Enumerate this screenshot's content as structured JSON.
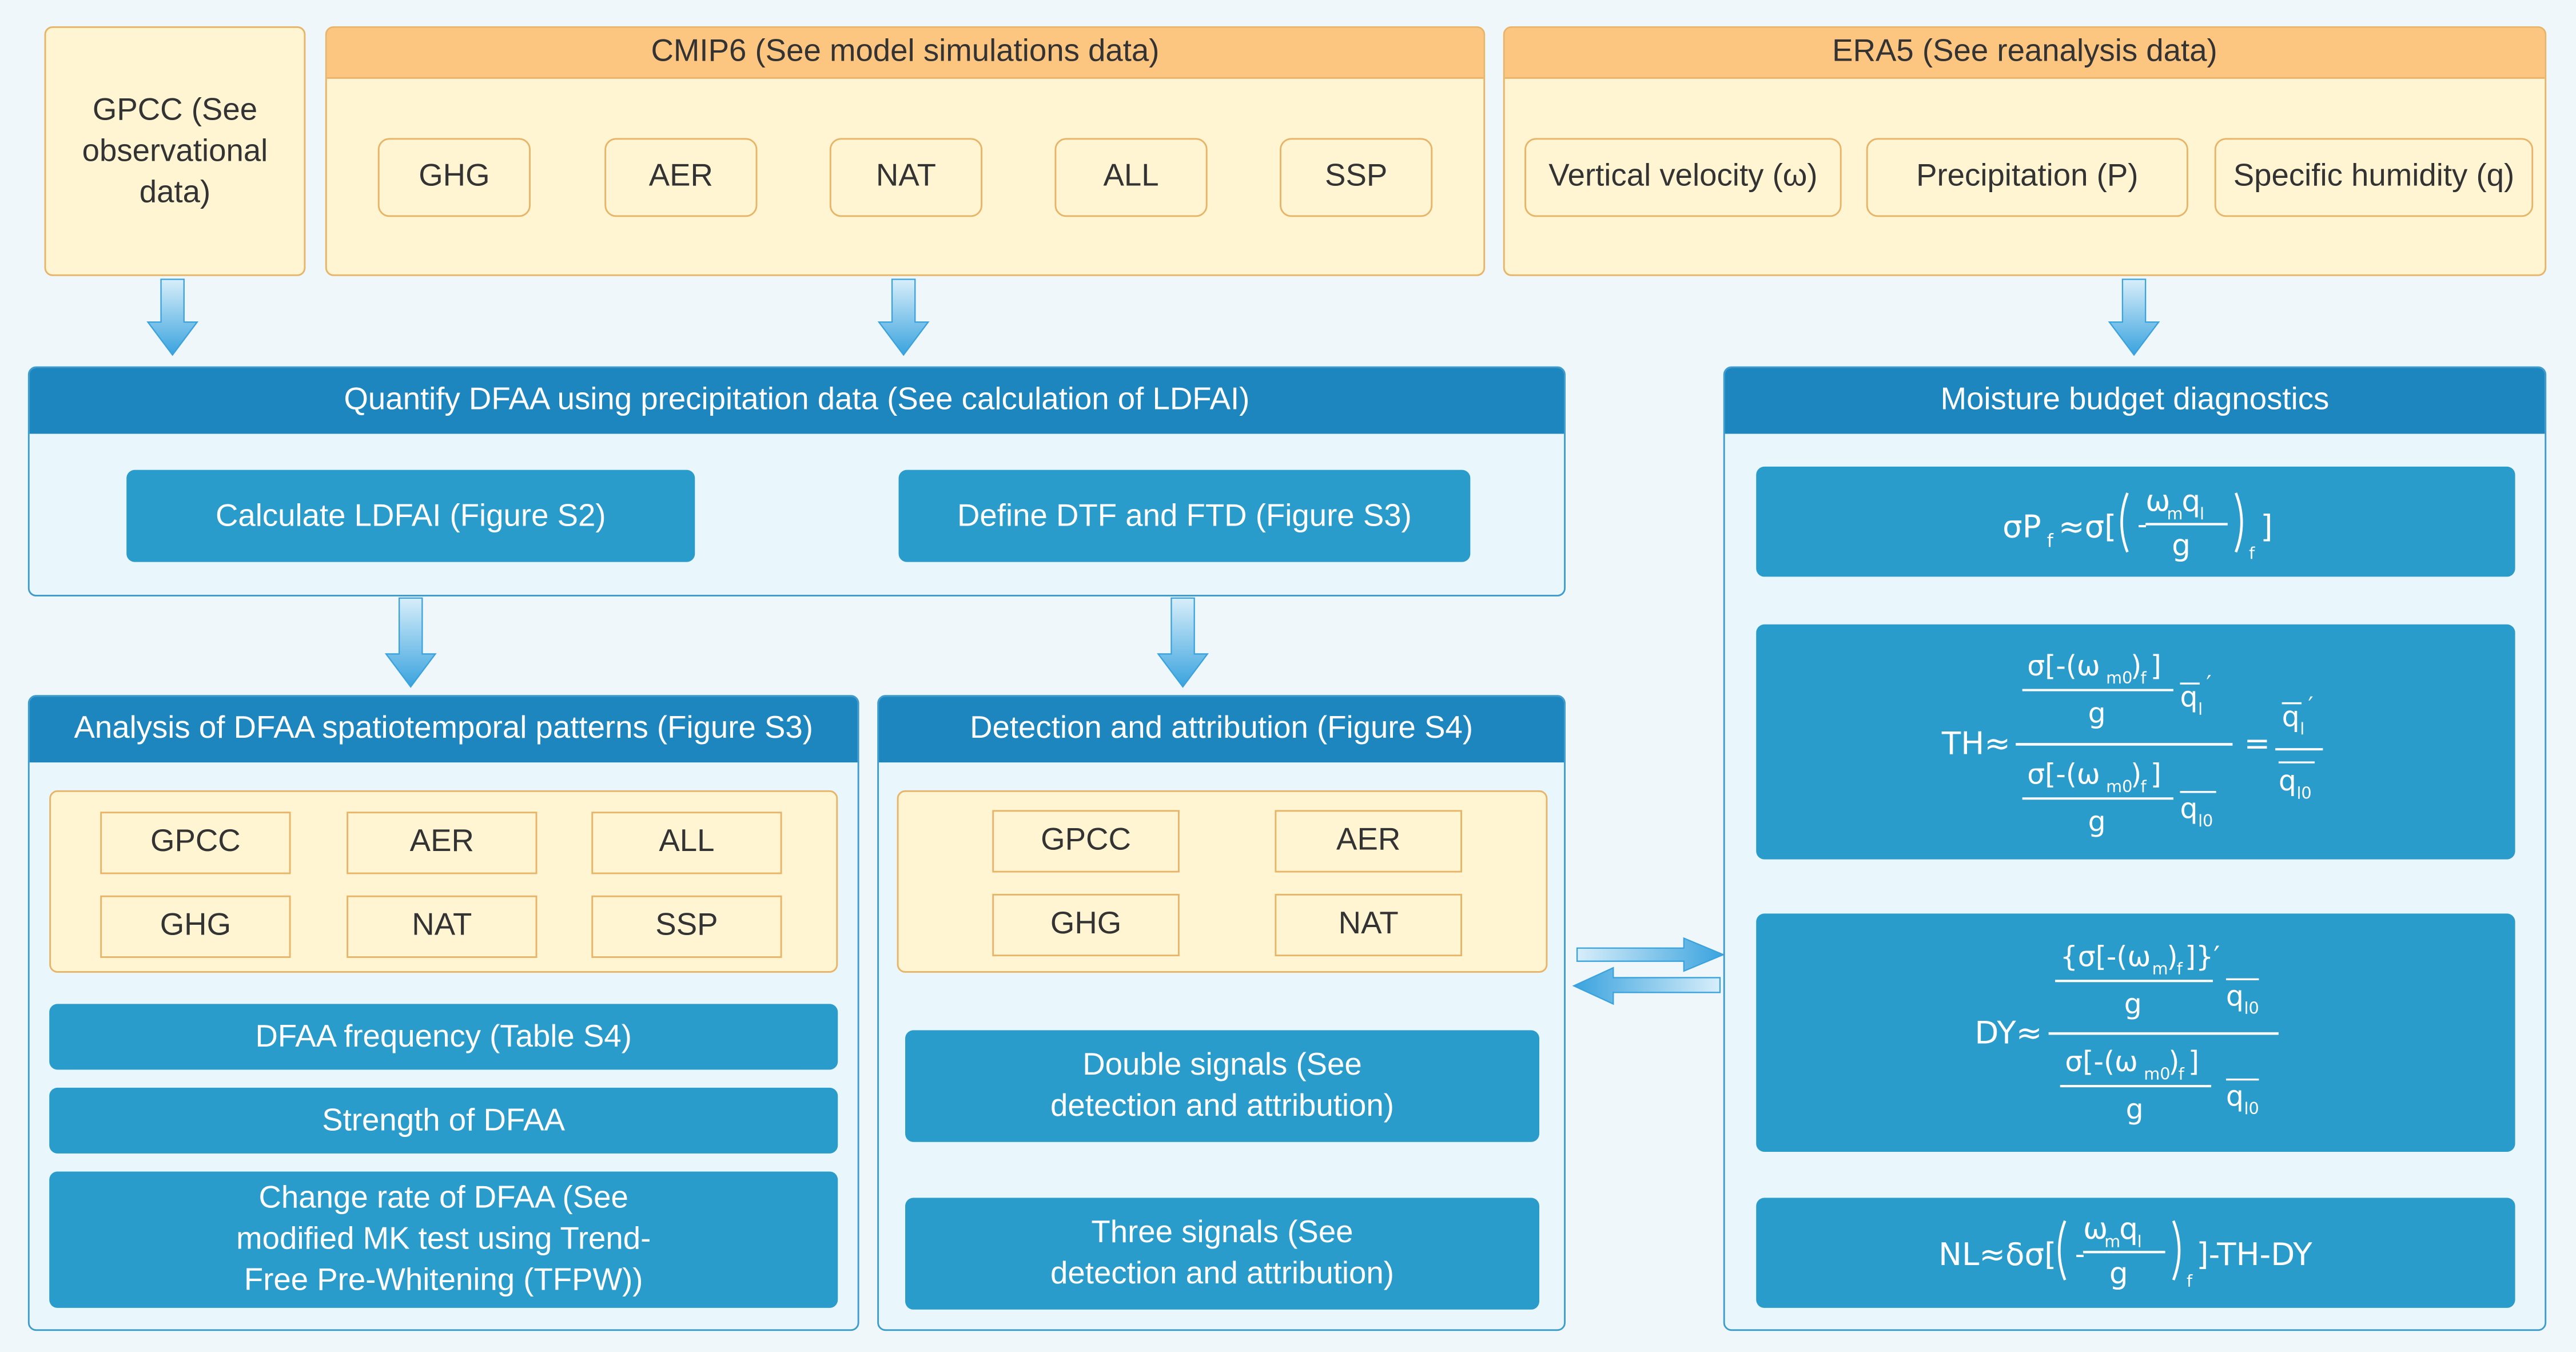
{
  "sources": {
    "gpcc": "GPCC (See\nobservational\ndata)",
    "cmip6_title": "CMIP6 (See model simulations data)",
    "cmip6_items": [
      "GHG",
      "AER",
      "NAT",
      "ALL",
      "SSP"
    ],
    "era5_title": "ERA5 (See reanalysis data)",
    "era5_items": [
      "Vertical velocity (ω)",
      "Precipitation (P)",
      "Specific humidity (q)"
    ]
  },
  "quantify": {
    "title": "Quantify DFAA using precipitation data (See calculation of LDFAI)",
    "step1": "Calculate LDFAI (Figure S2)",
    "step2": "Define DTF and FTD (Figure S3)"
  },
  "analysis": {
    "title": "Analysis of DFAA spatiotemporal patterns (Figure S3)",
    "grid": [
      "GPCC",
      "AER",
      "ALL",
      "GHG",
      "NAT",
      "SSP"
    ],
    "items": [
      "DFAA frequency (Table S4)",
      "Strength of DFAA",
      "Change rate of DFAA (See\nmodified MK test using Trend-\nFree Pre-Whitening (TFPW))"
    ]
  },
  "detection": {
    "title": "Detection and attribution (Figure S4)",
    "grid": [
      "GPCC",
      "AER",
      "GHG",
      "NAT"
    ],
    "items": [
      "Double signals (See\ndetection and attribution)",
      "Three signals (See\ndetection and attribution)"
    ]
  },
  "moisture": {
    "title": "Moisture budget diagnostics",
    "eq1": "σP_f≈σ[(-ω_m q_l / g)_f]",
    "eq2": "TH≈ [σ[-(ω_m0)_f] / g · q_l′] / [σ[-(ω_m0)_f] / g · q_l0] = q_l′ / q_l0",
    "eq3": "DY≈ [{σ[-(ω_m)_f]}′ / g · q_l0] / [σ[-(ω_m0)_f] / g · q_l0]",
    "eq4": "NL≈δσ[(-ω_m q_l / g)_f]-TH-DY"
  },
  "colors": {
    "source_fill": "#fff5d2",
    "source_border": "#e7b468",
    "source_header": "#fcc580",
    "panel_header": "#1d86bf",
    "box_fill": "#2a9ccc",
    "panel_fill": "#e9f6fc",
    "arrow": "#3fa7de"
  }
}
